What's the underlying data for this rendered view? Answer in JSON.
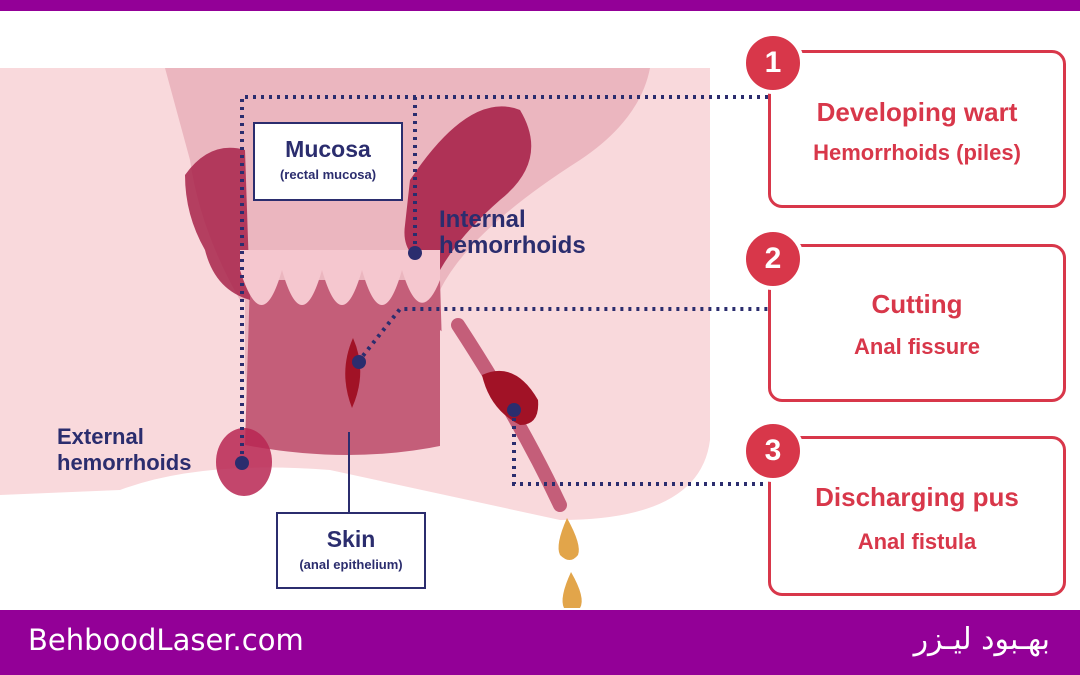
{
  "colors": {
    "brand_bar": "#930097",
    "card_red": "#d8374a",
    "navy": "#2b2d6e",
    "tissue_pink": "#f9d9dc"
  },
  "labels": {
    "mucosa_title": "Mucosa",
    "mucosa_sub": "(rectal mucosa)",
    "internal_line1": "Internal",
    "internal_line2": "hemorrhoids",
    "external_line1": "External",
    "external_line2": "hemorrhoids",
    "skin_title": "Skin",
    "skin_sub": "(anal epithelium)"
  },
  "cards": [
    {
      "number": "1",
      "symptom": "Developing wart",
      "condition": "Hemorrhoids (piles)"
    },
    {
      "number": "2",
      "symptom": "Cutting",
      "condition": "Anal fissure"
    },
    {
      "number": "3",
      "symptom": "Discharging pus",
      "condition": "Anal fistula"
    }
  ],
  "footer": {
    "website": "BehboodLaser.com",
    "brand_persian": "بهـبود لیـزر"
  }
}
